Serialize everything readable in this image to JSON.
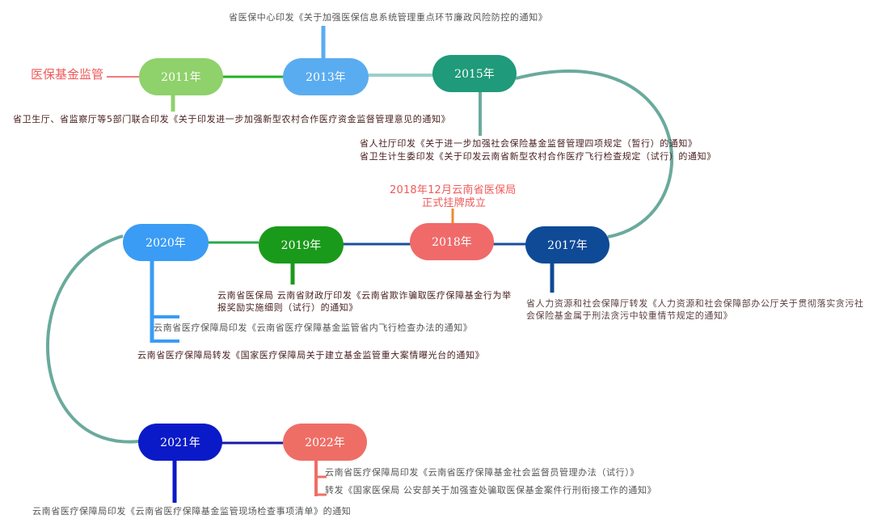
{
  "title": "医保基金监管",
  "colors": {
    "title": "#ef5a5a",
    "y2011": "#8fd16a",
    "y2013": "#5aacf0",
    "y2015": "#1f9a7a",
    "y2017": "#0f4a96",
    "y2018": "#f06a6a",
    "y2019": "#1a9a1a",
    "y2020": "#3a9cf5",
    "y2021": "#0a1ac8",
    "y2022": "#ee6e66",
    "curve": "#6aaa9c"
  },
  "nodes": {
    "y2011": "2011年",
    "y2013": "2013年",
    "y2015": "2015年",
    "y2017": "2017年",
    "y2018": "2018年",
    "y2019": "2019年",
    "y2020": "2020年",
    "y2021": "2021年",
    "y2022": "2022年"
  },
  "notes": {
    "n2013": "省医保中心印发《关于加强医保信息系统管理重点环节廉政风险防控的通知》",
    "n2011": "省卫生厅、省监察厅等5部门联合印发《关于印发进一步加强新型农村合作医疗资金监督管理意见的通知》",
    "n2015a": "省人社厅印发《关于进一步加强社会保险基金监督管理四项规定（暂行）的通知》",
    "n2015b": "省卫生计生委印发《关于印发云南省新型农村合作医疗飞行检查规定（试行）的通知》",
    "n2018a": "2018年12月云南省医保局",
    "n2018b": "正式挂牌成立",
    "n2019": "云南省医保局 云南省财政厅印发《云南省欺诈骗取医疗保障基金行为举报奖励实施细则（试行）的通知》",
    "n2017": "省人力资源和社会保障厅转发《人力资源和社会保障部办公厅关于贯彻落实贪污社会保险基金属于刑法贪污中较重情节规定的通知》",
    "n2020a": "云南省医疗保障局印发《云南省医疗保障基金监管省内飞行检查办法的通知》",
    "n2020b": "云南省医疗保障局转发《国家医疗保障局关于建立基金监管重大案情曝光台的通知》",
    "n2021": "云南省医疗保障局印发《云南省医疗保障基金监管现场检查事项清单》的通知",
    "n2022a": "云南省医疗保障局印发《云南省医疗保障基金社会监督员管理办法（试行）》",
    "n2022b": "转发《国家医保局 公安部关于加强查处骗取医保基金案件行刑衔接工作的通知》"
  }
}
